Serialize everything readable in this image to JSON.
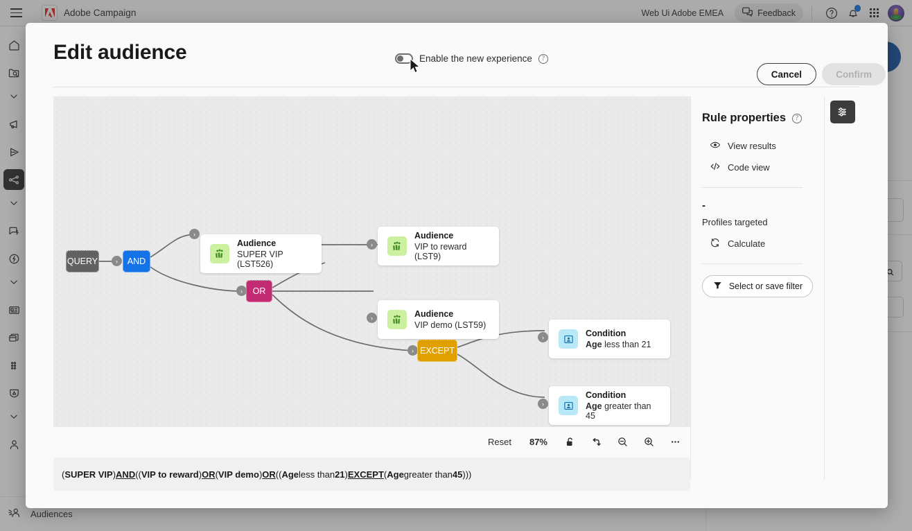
{
  "topbar": {
    "menu_icon": "hamburger-icon",
    "brand_icon": "adobe-logo-icon",
    "brand": "Adobe Campaign",
    "org": "Web Ui Adobe EMEA",
    "feedback_label": "Feedback",
    "feedback_icon": "chat-feedback-icon",
    "help_icon": "help-circle-icon",
    "bell_icon": "notification-bell-icon",
    "appgrid_icon": "app-grid-icon",
    "avatar_icon": "user-avatar"
  },
  "rail": {
    "items": [
      {
        "name": "home-icon"
      },
      {
        "name": "folder-search-icon"
      },
      {
        "name": "chevron-down-icon"
      },
      {
        "name": "megaphone-icon"
      },
      {
        "name": "paper-plane-icon"
      },
      {
        "name": "workflow-icon",
        "selected": true
      },
      {
        "name": "chevron-down-icon"
      },
      {
        "name": "chat-lightning-icon"
      },
      {
        "name": "lightning-circle-icon"
      },
      {
        "name": "chevron-down-icon"
      },
      {
        "name": "id-card-icon"
      },
      {
        "name": "layers-icon"
      },
      {
        "name": "dots-grid-icon"
      },
      {
        "name": "shield-icon"
      },
      {
        "name": "chevron-down-icon"
      },
      {
        "name": "person-icon"
      }
    ],
    "footer_label": "Audiences",
    "footer_icon": "audiences-icon"
  },
  "modal": {
    "title": "Edit audience",
    "toggle_label": "Enable the new experience",
    "toggle_on": false,
    "toggle_help_icon": "help-circle-icon",
    "cancel_label": "Cancel",
    "confirm_label": "Confirm",
    "confirm_disabled": true
  },
  "flow": {
    "operators": [
      {
        "id": "query",
        "label": "QUERY",
        "color": "#616161"
      },
      {
        "id": "and",
        "label": "AND",
        "color": "#1473e6"
      },
      {
        "id": "or",
        "label": "OR",
        "color": "#c32b72"
      },
      {
        "id": "except",
        "label": "EXCEPT",
        "color": "#dfa000"
      }
    ],
    "cards": [
      {
        "id": "super",
        "type": "Audience",
        "value": "SUPER VIP (LST526)",
        "icon": "audience-group-icon",
        "swatch": "#caf0a0"
      },
      {
        "id": "reward",
        "type": "Audience",
        "value": "VIP to reward (LST9)",
        "icon": "audience-group-icon",
        "swatch": "#caf0a0"
      },
      {
        "id": "demo",
        "type": "Audience",
        "value": "VIP demo (LST59)",
        "icon": "audience-group-icon",
        "swatch": "#caf0a0"
      },
      {
        "id": "c1",
        "type": "Condition",
        "field": "Age",
        "value": " less than 21",
        "icon": "condition-profile-icon",
        "swatch": "#b9e8f7"
      },
      {
        "id": "c2",
        "type": "Condition",
        "field": "Age",
        "value": " greater than 45",
        "icon": "condition-profile-icon",
        "swatch": "#b9e8f7"
      }
    ]
  },
  "toolbar": {
    "reset_label": "Reset",
    "zoom_level": "87%",
    "lock_icon": "unlock-icon",
    "layout_icon": "reroute-arrow-icon",
    "zoom_out_icon": "zoom-out-icon",
    "zoom_in_icon": "zoom-in-icon",
    "more_icon": "more-ellipsis-icon"
  },
  "expression": {
    "full": "(SUPER VIP) AND ((VIP to reward) OR (VIP demo) OR ((Age less than 21) EXCEPT (Age greater than 45)))",
    "parts": [
      {
        "t": "(",
        "s": "plain"
      },
      {
        "t": "SUPER VIP",
        "s": "bold"
      },
      {
        "t": ") ",
        "s": "plain"
      },
      {
        "t": "AND",
        "s": "op"
      },
      {
        "t": " ((",
        "s": "plain"
      },
      {
        "t": "VIP to reward",
        "s": "bold"
      },
      {
        "t": ") ",
        "s": "plain"
      },
      {
        "t": "OR",
        "s": "op"
      },
      {
        "t": " (",
        "s": "plain"
      },
      {
        "t": "VIP demo",
        "s": "bold"
      },
      {
        "t": ") ",
        "s": "plain"
      },
      {
        "t": "OR",
        "s": "op"
      },
      {
        "t": " ((",
        "s": "plain"
      },
      {
        "t": "Age",
        "s": "bold"
      },
      {
        "t": " less than ",
        "s": "plain"
      },
      {
        "t": "21",
        "s": "bold"
      },
      {
        "t": ") ",
        "s": "plain"
      },
      {
        "t": "EXCEPT",
        "s": "op"
      },
      {
        "t": " (",
        "s": "plain"
      },
      {
        "t": "Age",
        "s": "bold"
      },
      {
        "t": " greater than ",
        "s": "plain"
      },
      {
        "t": "45",
        "s": "bold"
      },
      {
        "t": ")))",
        "s": "plain"
      }
    ]
  },
  "rule_properties": {
    "title": "Rule properties",
    "help_icon": "help-circle-icon",
    "view_results_label": "View results",
    "view_results_icon": "eye-icon",
    "code_view_label": "Code view",
    "code_view_icon": "code-brackets-icon",
    "profiles_count": "-",
    "profiles_label": "Profiles targeted",
    "calculate_label": "Calculate",
    "calculate_icon": "refresh-icon",
    "filter_label": "Select or save filter",
    "filter_icon": "funnel-icon",
    "settings_icon": "sliders-settings-icon"
  }
}
